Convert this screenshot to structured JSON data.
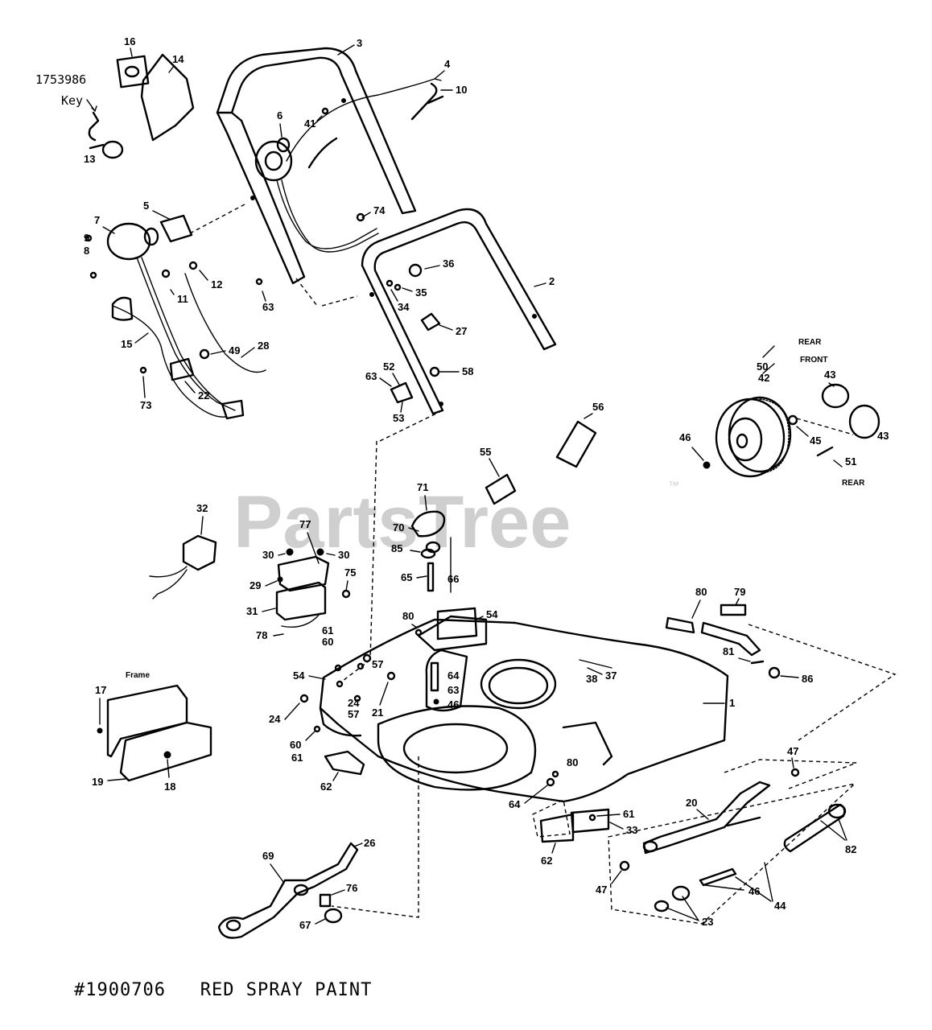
{
  "watermark": {
    "text": "PartsTree",
    "trademark": "™"
  },
  "catalog": {
    "number": "1753986",
    "word": "Key"
  },
  "footer": {
    "code": "#1900706",
    "description": "RED SPRAY PAINT"
  },
  "notes": {
    "rear_top": "REAR",
    "front": "FRONT",
    "rear_bottom": "REAR",
    "frame": "Frame"
  },
  "labels": {
    "l1": "1",
    "l2": "2",
    "l3": "3",
    "l4": "4",
    "l5": "5",
    "l6": "6",
    "l7": "7",
    "l8": "8",
    "l9": "9",
    "l10": "10",
    "l11": "11",
    "l12": "12",
    "l13": "13",
    "l14": "14",
    "l15": "15",
    "l16": "16",
    "l17": "17",
    "l18": "18",
    "l19": "19",
    "l20": "20",
    "l21": "21",
    "l22": "22",
    "l23": "23",
    "l24a": "24",
    "l24b": "24",
    "l26": "26",
    "l27": "27",
    "l28": "28",
    "l29": "29",
    "l30a": "30",
    "l30b": "30",
    "l31": "31",
    "l32": "32",
    "l33": "33",
    "l34": "34",
    "l35": "35",
    "l36": "36",
    "l37": "37",
    "l38": "38",
    "l42": "42",
    "l43a": "43",
    "l43b": "43",
    "l44": "44",
    "l45": "45",
    "l46a": "46",
    "l46b": "46",
    "l46c": "46",
    "l47a": "47",
    "l47b": "47",
    "l49": "49",
    "l50": "50",
    "l51": "51",
    "l52": "52",
    "l53": "53",
    "l54a": "54",
    "l54b": "54",
    "l55": "55",
    "l56": "56",
    "l57a": "57",
    "l57b": "57",
    "l58": "58",
    "l60a": "60",
    "l60b": "60",
    "l61a": "61",
    "l61b": "61",
    "l61c": "61",
    "l62a": "62",
    "l62b": "62",
    "l63a": "63",
    "l63b": "63",
    "l63c": "63",
    "l64a": "64",
    "l64b": "64",
    "l65": "65",
    "l66": "66",
    "l67": "67",
    "l69": "69",
    "l70": "70",
    "l71": "71",
    "l73": "73",
    "l74": "74",
    "l75": "75",
    "l76": "76",
    "l77": "77",
    "l78": "78",
    "l79": "79",
    "l80a": "80",
    "l80b": "80",
    "l80c": "80",
    "l81": "81",
    "l82": "82",
    "l85": "85",
    "l86": "86",
    "l41": "41"
  }
}
